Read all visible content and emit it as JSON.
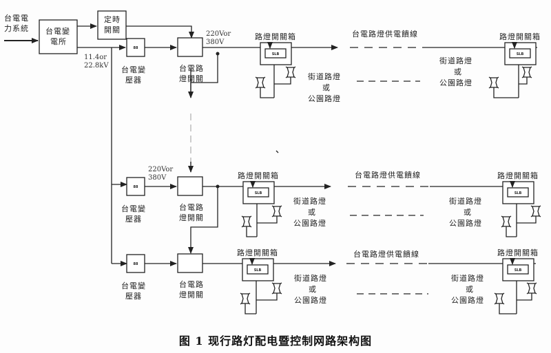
{
  "diagram": {
    "source_label": [
      "台電電",
      "力系統"
    ],
    "substation_label": [
      "台電變",
      "電所"
    ],
    "timer_label": [
      "定時",
      "開關"
    ],
    "hv_label": [
      "11.4or",
      "22.8kV"
    ],
    "lv_label": [
      "220Vor",
      "380V"
    ],
    "transformer_label": [
      "台電變",
      "壓器"
    ],
    "tp_switch_label": [
      "台電路",
      "燈開關"
    ],
    "switchbox_label": "路燈開關箱",
    "feeder_label": "台電路燈供電饋線",
    "lamp_label": [
      "街道路燈",
      "或",
      "公園路燈"
    ],
    "slb_label": "SLB",
    "transformer_glyph": "88"
  },
  "caption": "图 1 现行路灯配电暨控制网路架构图"
}
